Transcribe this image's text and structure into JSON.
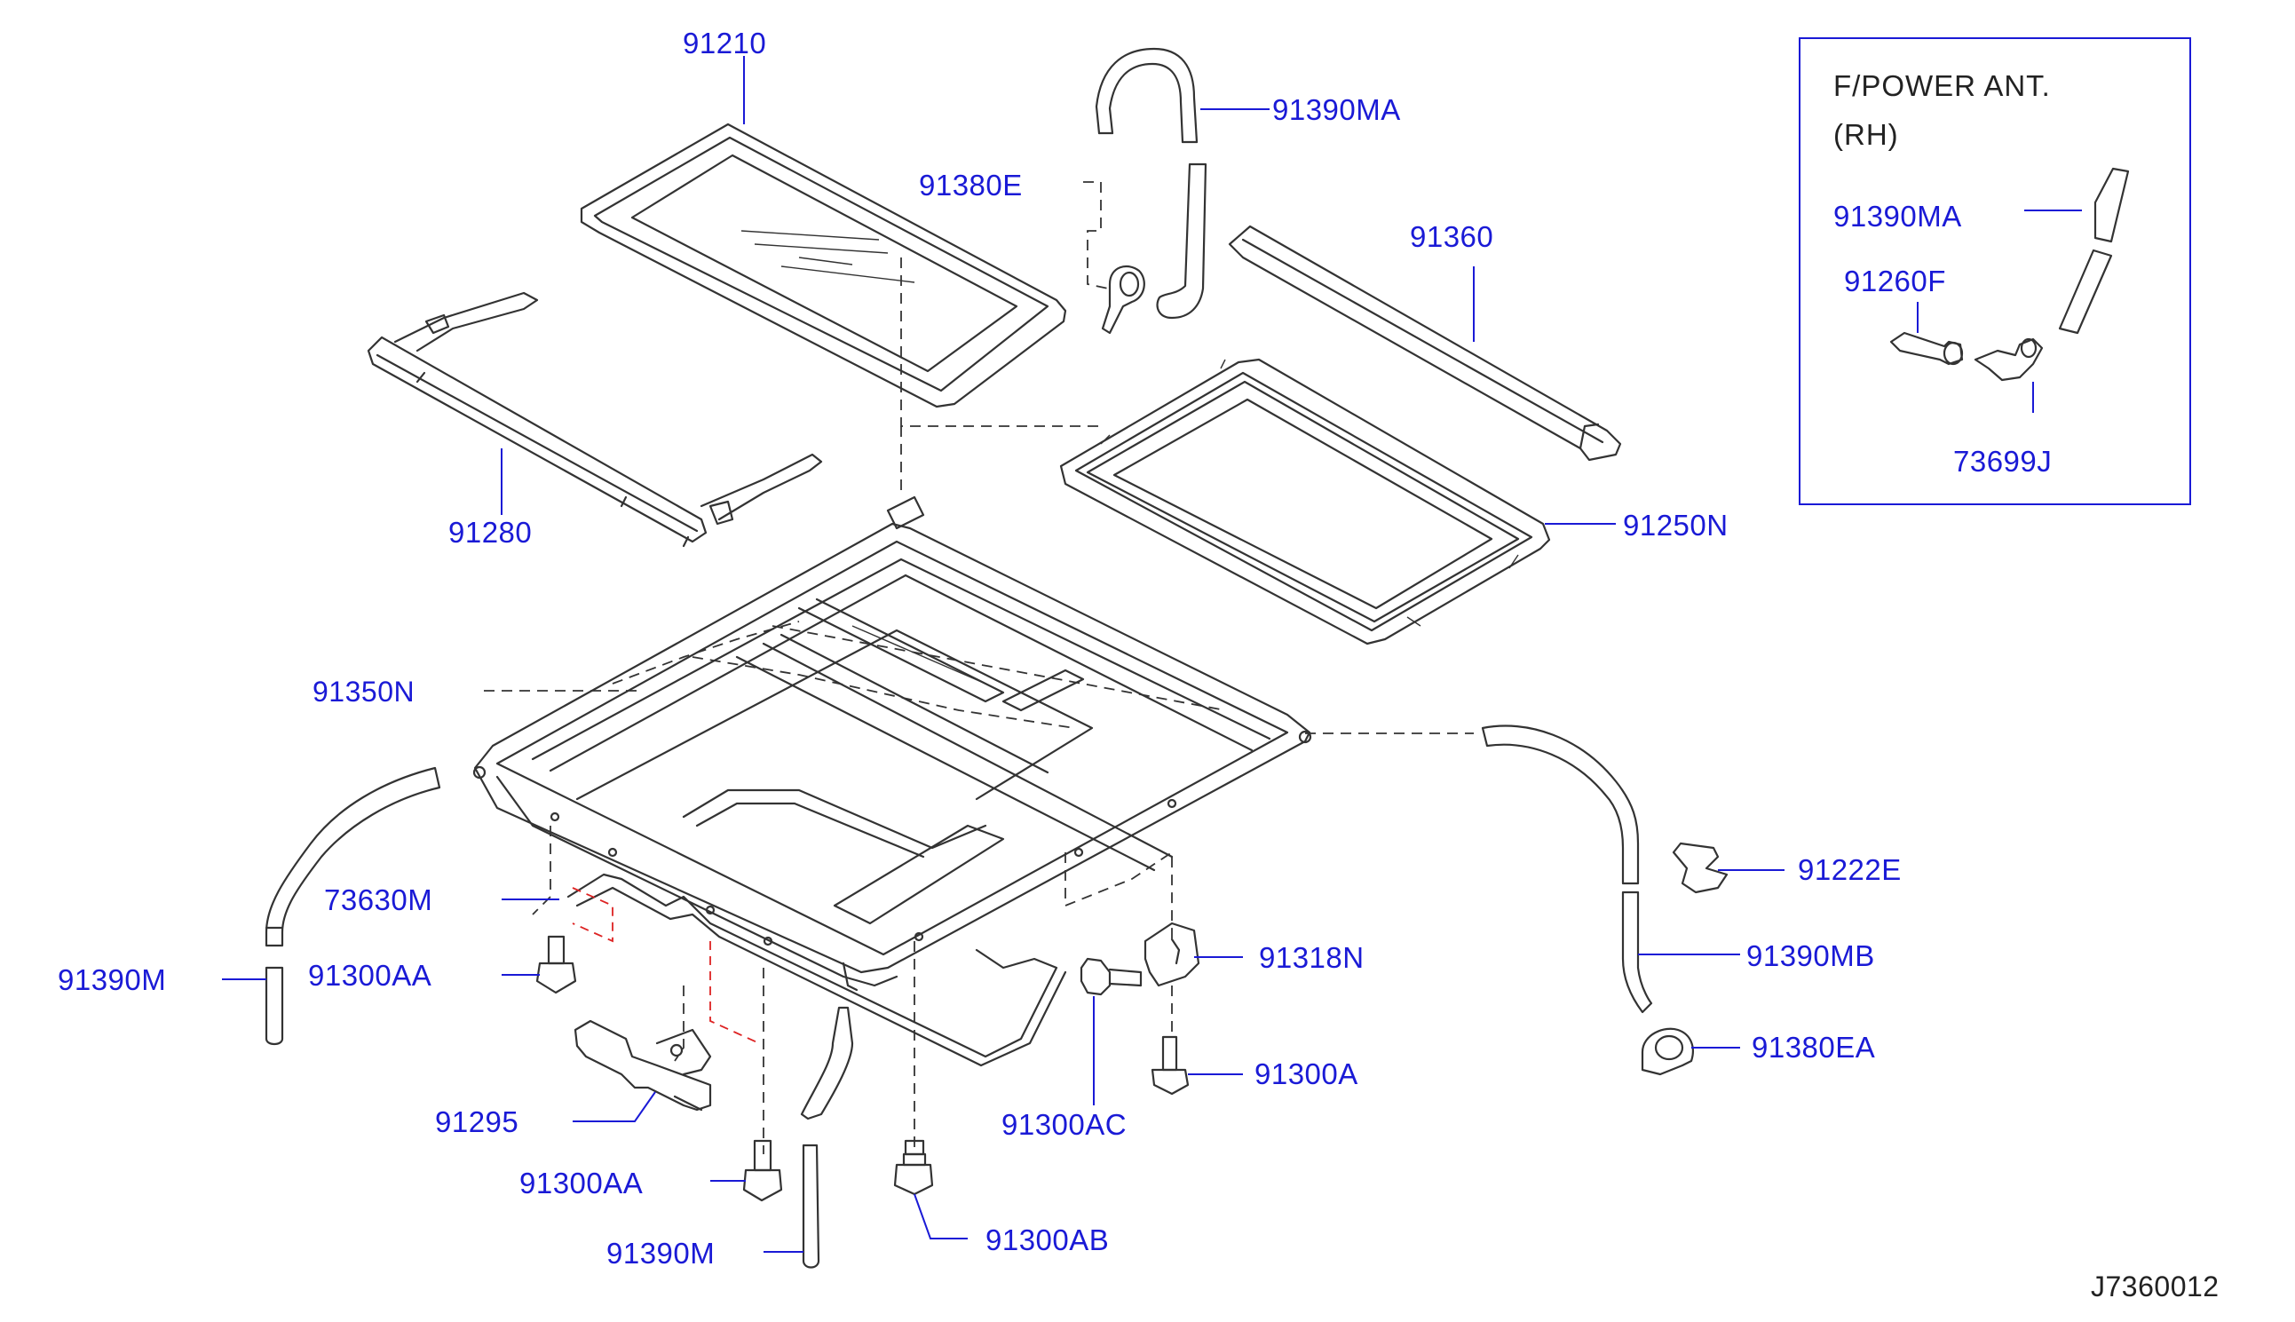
{
  "diagram": {
    "figure_id": "J7360012",
    "inset": {
      "title_line1": "F/POWER  ANT.",
      "title_line2": "(RH)",
      "labels": {
        "hose": "91390MA",
        "fitting": "91260F",
        "connector": "73699J"
      }
    },
    "labels": {
      "glass_lid": "91210",
      "drain_hose_upper": "91390MA",
      "drain_clip_upper": "91380E",
      "wind_deflector": "91360",
      "sunshade": "91280",
      "frame_assy": "91250N",
      "housing_obscured": "91350N",
      "drain_hose_left": "91390M",
      "bracket_73630M": "73630M",
      "bolt_aa_upper": "91300AA",
      "motor": "91295",
      "bolt_aa_lower": "91300AA",
      "drain_hose_lower": "91390M",
      "bolt_ab": "91300AB",
      "bolt_ac": "91300AC",
      "bracket_91318N": "91318N",
      "bolt_a": "91300A",
      "clip_91222E": "91222E",
      "drain_hose_right": "91390MB",
      "grommet_91380EA": "91380EA"
    }
  }
}
